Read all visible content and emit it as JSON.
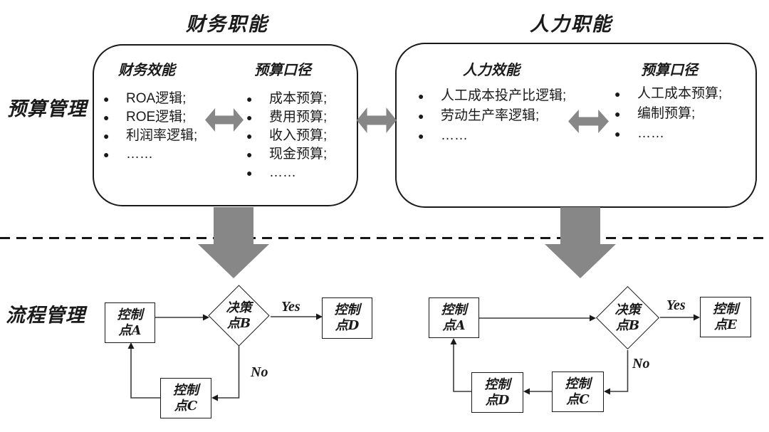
{
  "colors": {
    "arrow_gray": "#878787",
    "line": "#333333",
    "text": "#1a1a1a"
  },
  "icons": {
    "bullet": "●"
  },
  "labels": {
    "budget_management": "预算管理",
    "process_management": "流程管理"
  },
  "finance": {
    "title": "财务职能",
    "effectiveness": {
      "header": "财务效能",
      "items": [
        "ROA逻辑;",
        "ROE逻辑;",
        "利润率逻辑;",
        "……"
      ]
    },
    "budget_caliber": {
      "header": "预算口径",
      "items": [
        "成本预算;",
        "费用预算;",
        "收入预算;",
        "现金预算;",
        "……"
      ]
    }
  },
  "hr": {
    "title": "人力职能",
    "effectiveness": {
      "header": "人力效能",
      "items": [
        "人工成本投产比逻辑;",
        "劳动生产率逻辑;",
        "……"
      ]
    },
    "budget_caliber": {
      "header": "预算口径",
      "items": [
        "人工成本预算;",
        "编制预算;",
        "……"
      ]
    }
  },
  "flow_finance": {
    "node_a": "控制\n点A",
    "node_b": "决策\n点B",
    "node_c": "控制\n点C",
    "node_d": "控制\n点D",
    "yes_label": "Yes",
    "no_label": "No"
  },
  "flow_hr": {
    "node_a": "控制\n点A",
    "node_b": "决策\n点B",
    "node_c": "控制\n点C",
    "node_d": "控制\n点D",
    "node_e": "控制\n点E",
    "yes_label": "Yes",
    "no_label": "No"
  }
}
